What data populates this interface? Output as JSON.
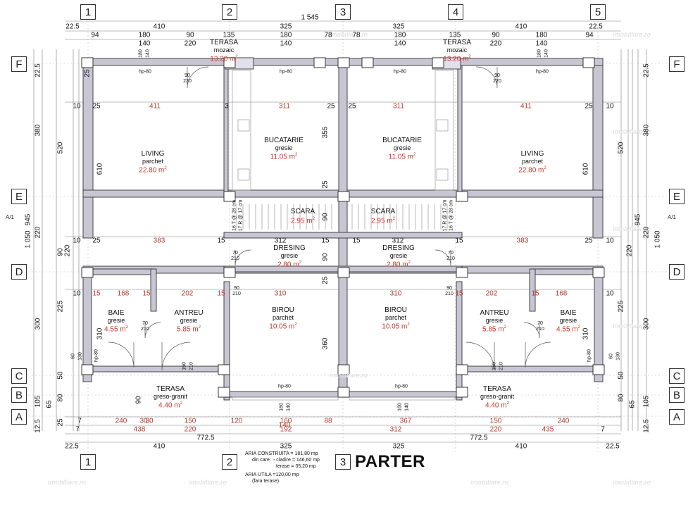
{
  "title": "PARTER",
  "summary": {
    "aria_construita": "ARIA CONSTRUITA = 181,80 mp",
    "din_care": "din care:",
    "cladire": "- cladire   = 146,60 mp",
    "terase": "terase =   35,20 mp",
    "aria_utila": "ARIA UTILA =120,00 mp",
    "fara_terase": "(fara terase)"
  },
  "watermark": "imobiliare.ro",
  "axes_top": [
    "1",
    "2",
    "3",
    "4",
    "5"
  ],
  "axes_bottom": [
    "1",
    "2",
    "3"
  ],
  "axes_left": [
    "F",
    "E",
    "D",
    "C",
    "B",
    "A"
  ],
  "axes_right": [
    "F",
    "E",
    "D",
    "C",
    "B",
    "A"
  ],
  "section_marks": [
    "A/1",
    "A/1"
  ],
  "rooms": [
    {
      "name": "TERASA",
      "floor": "mozaic",
      "area": "13.20 m",
      "sup": "2"
    },
    {
      "name": "TERASA",
      "floor": "mozaic",
      "area": "13.20 m",
      "sup": "2"
    },
    {
      "name": "LIVING",
      "floor": "parchet",
      "area": "22.80 m",
      "sup": "2"
    },
    {
      "name": "BUCATARIE",
      "floor": "gresie",
      "area": "11.05 m",
      "sup": "2"
    },
    {
      "name": "BUCATARIE",
      "floor": "gresie",
      "area": "11.05 m",
      "sup": "2"
    },
    {
      "name": "LIVING",
      "floor": "parchet",
      "area": "22.80 m",
      "sup": "2"
    },
    {
      "name": "SCARA",
      "floor": "",
      "area": "2.95 m",
      "sup": "2"
    },
    {
      "name": "SCARA",
      "floor": "",
      "area": "2.95 m",
      "sup": "2"
    },
    {
      "name": "DRESING",
      "floor": "gresie",
      "area": "2.80 m",
      "sup": "2"
    },
    {
      "name": "DRESING",
      "floor": "gresie",
      "area": "2.80 m",
      "sup": "2"
    },
    {
      "name": "BAIE",
      "floor": "gresie",
      "area": "4.55 m",
      "sup": "2"
    },
    {
      "name": "ANTREU",
      "floor": "gresie",
      "area": "5.85 m",
      "sup": "2"
    },
    {
      "name": "BIROU",
      "floor": "parchet",
      "area": "10.05 m",
      "sup": "2"
    },
    {
      "name": "BIROU",
      "floor": "parchet",
      "area": "10.05 m",
      "sup": "2"
    },
    {
      "name": "ANTREU",
      "floor": "gresie",
      "area": "5.85 m",
      "sup": "2"
    },
    {
      "name": "BAIE",
      "floor": "gresie",
      "area": "4.55 m",
      "sup": "2"
    },
    {
      "name": "TERASA",
      "floor": "greso-granit",
      "area": "4.40 m",
      "sup": "2"
    },
    {
      "name": "TERASA",
      "floor": "greso-granit",
      "area": "4.40 m",
      "sup": "2"
    }
  ],
  "dims_top_total": "1 545",
  "dims_top_row1": [
    "22.5",
    "410",
    "325",
    "325",
    "410",
    "22.5"
  ],
  "dims_top_row2": [
    "94",
    "180",
    "90",
    "135",
    "180",
    "78",
    "78",
    "180",
    "135",
    "90",
    "180",
    "94"
  ],
  "dims_top_row3": [
    "220",
    "140",
    "140",
    "140",
    "140",
    "220"
  ],
  "dims_inner_row": [
    "10",
    "25",
    "411",
    "3",
    "311",
    "25",
    "25",
    "311",
    "411",
    "25",
    "10"
  ],
  "dims_mid_row": [
    "10",
    "25",
    "383",
    "15",
    "312",
    "15",
    "15",
    "312",
    "15",
    "383",
    "25",
    "10"
  ],
  "dims_row_d": [
    "10",
    "15",
    "168",
    "15",
    "202",
    "15",
    "310",
    "310",
    "15",
    "202",
    "15",
    "168",
    "10"
  ],
  "dims_bottom_row1": [
    "7",
    "240",
    "30",
    "150",
    "120",
    "160",
    "88",
    "367",
    "150",
    "240"
  ],
  "dims_bottom_row2": [
    "7",
    "438",
    "30",
    "220",
    "192",
    "140",
    "312",
    "220",
    "435",
    "7"
  ],
  "dims_bottom_row3": [
    "772.5",
    "772.5"
  ],
  "dims_bottom_row4": [
    "22.5",
    "410",
    "325",
    "325",
    "410",
    "22.5"
  ],
  "dims_left_outer": [
    "22.5",
    "380",
    "220",
    "300",
    "105",
    "12.5"
  ],
  "dims_left_outer2": [
    "945",
    "1 050"
  ],
  "dims_left_inner": [
    "520",
    "610",
    "220",
    "225",
    "310",
    "80",
    "50",
    "65"
  ],
  "dims_left_inner2": [
    "90",
    "90",
    "25",
    "25"
  ],
  "dims_center_vert": [
    "355",
    "25",
    "90",
    "90",
    "25",
    "360"
  ],
  "dims_right_outer": [
    "22.5",
    "380",
    "220",
    "300",
    "105",
    "12.5"
  ],
  "dims_right_outer2": [
    "945",
    "1 050"
  ],
  "dims_right_inner": [
    "520",
    "610",
    "220",
    "225",
    "310",
    "80",
    "50",
    "65"
  ],
  "windows": [
    "hp-80",
    "hp-80",
    "hp-80",
    "hp-80",
    "hp-80",
    "hp-80",
    "hp-80",
    "hp-80"
  ],
  "door_tags": [
    [
      "90",
      "220"
    ],
    [
      "90",
      "220"
    ],
    [
      "70",
      "210"
    ],
    [
      "70",
      "210"
    ],
    [
      "90",
      "210"
    ],
    [
      "90",
      "210"
    ],
    [
      "70",
      "210"
    ],
    [
      "70",
      "210"
    ],
    [
      "150",
      "210"
    ],
    [
      "150",
      "210"
    ],
    [
      "60",
      "130"
    ],
    [
      "60",
      "130"
    ],
    [
      "160",
      "140"
    ],
    [
      "160",
      "140"
    ],
    [
      "180",
      "140"
    ],
    [
      "180",
      "140"
    ]
  ],
  "stair_text": [
    "16 T @ 28 cm",
    "17 R @ 17 cm",
    "16 T @ 28 cm",
    "17 R @ 17 cm"
  ]
}
